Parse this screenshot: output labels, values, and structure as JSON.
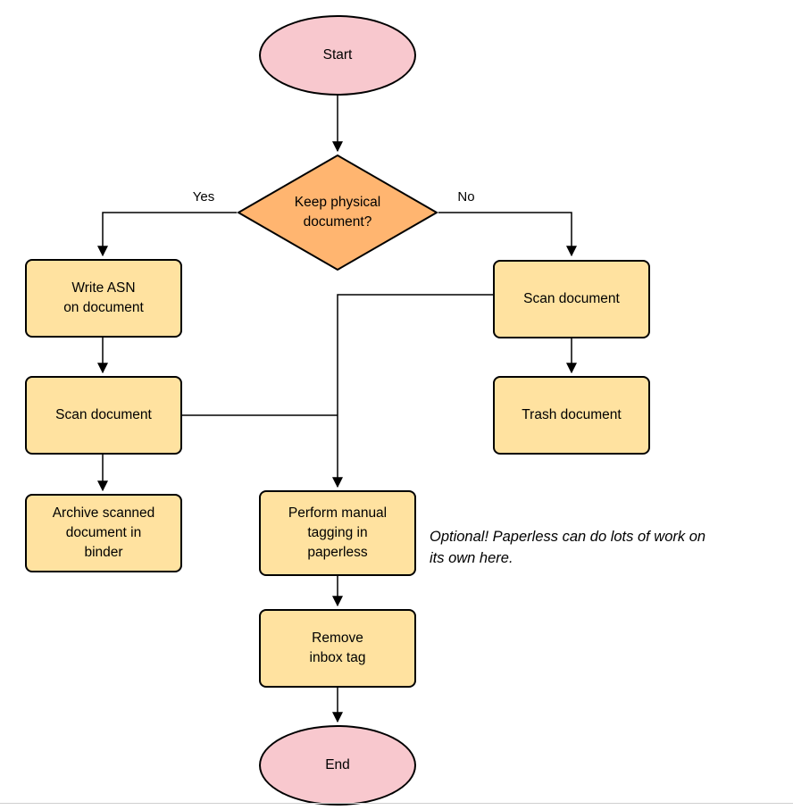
{
  "colors": {
    "canvas-bg": "#ffffff",
    "terminator-fill": "#F8C8CE",
    "decision-fill": "#FFB570",
    "process-fill": "#FFE2A0",
    "node-stroke": "#000000",
    "text": "#000000"
  },
  "diagram": {
    "type": "flowchart",
    "nodes": {
      "start": {
        "label": "Start",
        "shape": "terminator"
      },
      "decision": {
        "label": "Keep physical\ndocument?",
        "shape": "decision"
      },
      "write_asn": {
        "label": "Write ASN\non document",
        "shape": "process"
      },
      "scan_left": {
        "label": "Scan document",
        "shape": "process"
      },
      "archive": {
        "label": "Archive scanned\ndocument in\nbinder",
        "shape": "process"
      },
      "scan_right": {
        "label": "Scan document",
        "shape": "process"
      },
      "trash": {
        "label": "Trash document",
        "shape": "process"
      },
      "tagging": {
        "label": "Perform manual\ntagging in\npaperless",
        "shape": "process"
      },
      "remove_inbox": {
        "label": "Remove\ninbox tag",
        "shape": "process"
      },
      "end": {
        "label": "End",
        "shape": "terminator"
      }
    },
    "edge_labels": {
      "yes": "Yes",
      "no": "No"
    },
    "edges": [
      "start -> decision",
      "decision -Yes-> write_asn",
      "decision -No-> scan_right",
      "write_asn -> scan_left",
      "scan_left -> archive",
      "scan_left -> tagging",
      "scan_right -> trash",
      "scan_right -> tagging",
      "tagging -> remove_inbox",
      "remove_inbox -> end"
    ],
    "annotation": {
      "text": "Optional! Paperless can do lots of work on\nits own here."
    }
  }
}
